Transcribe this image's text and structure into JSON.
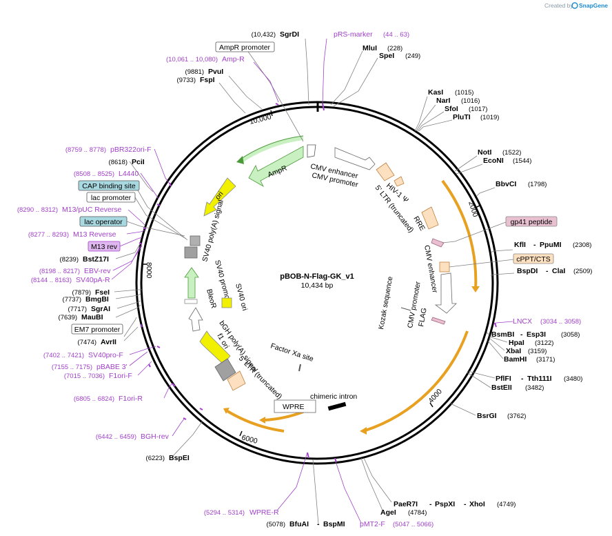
{
  "header": {
    "credit_prefix": "Created by",
    "brand": "SnapGene"
  },
  "plasmid": {
    "name": "pBOB-N-Flag-GK_v1",
    "size": "10,434 bp"
  },
  "ticks": [
    "10,000",
    "2000",
    "4000",
    "6000",
    "8000"
  ],
  "features": {
    "cmv_enhancer_top": "CMV enhancer",
    "cmv_promoter_top": "CMV promoter",
    "hiv_psi": "HIV-1 Ψ",
    "ltr5_top": "5' LTR (truncated)",
    "rre": "RRE",
    "cmv_enhancer_right": "CMV enhancer",
    "cmv_promoter_right": "CMV promoter",
    "flag": "FLAG",
    "kozak": "Kozak sequence",
    "factor_xa": "Factor Xa site",
    "chimeric_intron": "chimeric intron",
    "wpre": "WPRE",
    "ltr5_bottom": "5' LTR (truncated)",
    "bgh": "bGH poly(A) signal",
    "f1ori": "f1 ori",
    "sv40_ori": "SV40 ori",
    "bleor": "BleoR",
    "sv40_promoter": "SV40 promoter",
    "sv40_polya": "SV40 poly(A) signal",
    "ori": "ori",
    "ampr": "AmpR"
  },
  "boxed_labels": {
    "ampr_promoter": "AmpR promoter",
    "cap_binding": "CAP binding site",
    "lac_promoter": "lac promoter",
    "lac_operator": "lac operator",
    "m13_rev": "M13 rev",
    "em7_promoter": "EM7 promoter",
    "gp41": "gp41 peptide",
    "cppt": "cPPT/CTS"
  },
  "sites": {
    "sgrdi": {
      "pos": "(10,432)",
      "name": "SgrDI"
    },
    "prs": {
      "name": "pRS-marker",
      "range": "(44 .. 63)"
    },
    "mlui": {
      "name": "MluI",
      "pos": "(228)"
    },
    "spei": {
      "name": "SpeI",
      "pos": "(249)"
    },
    "ampr_primer": {
      "range": "(10,061 .. 10,080)",
      "name": "Amp-R"
    },
    "pvui": {
      "pos": "(9881)",
      "name": "PvuI"
    },
    "fspi": {
      "pos": "(9733)",
      "name": "FspI"
    },
    "kasi": {
      "name": "KasI",
      "pos": "(1015)"
    },
    "nari": {
      "name": "NarI",
      "pos": "(1016)"
    },
    "sfoi": {
      "name": "SfoI",
      "pos": "(1017)"
    },
    "pluti": {
      "name": "PluTI",
      "pos": "(1019)"
    },
    "noti": {
      "name": "NotI",
      "pos": "(1522)"
    },
    "econi": {
      "name": "EcoNI",
      "pos": "(1544)"
    },
    "bbvci": {
      "name": "BbvCI",
      "pos": "(1798)"
    },
    "kfli": {
      "name": "KflI",
      "sep": "-",
      "name2": "PpuMI",
      "pos": "(2308)"
    },
    "bspdi": {
      "name": "BspDI",
      "sep": "-",
      "name2": "ClaI",
      "pos": "(2509)"
    },
    "lncx": {
      "name": "LNCX",
      "range": "(3034 .. 3058)"
    },
    "bsmbi": {
      "name": "BsmBI",
      "sep": "-",
      "name2": "Esp3I",
      "pos": "(3058)"
    },
    "hpai": {
      "name": "HpaI",
      "pos": "(3122)"
    },
    "xbai": {
      "name": "XbaI",
      "pos": "(3159)"
    },
    "bamhi": {
      "name": "BamHI",
      "pos": "(3171)"
    },
    "pflfi": {
      "name": "PflFI",
      "sep": "-",
      "name2": "Tth111I",
      "pos": "(3480)"
    },
    "bsteii": {
      "name": "BstEII",
      "pos": "(3482)"
    },
    "bsrgi": {
      "name": "BsrGI",
      "pos": "(3762)"
    },
    "paer7i": {
      "name": "PaeR7I",
      "sep": "-",
      "name2": "PspXI",
      "sep2": "-",
      "name3": "XhoI",
      "pos": "(4749)"
    },
    "agei": {
      "name": "AgeI",
      "pos": "(4784)"
    },
    "pmt2f": {
      "name": "pMT2-F",
      "range": "(5047 .. 5066)"
    },
    "bfuai": {
      "pos": "(5078)",
      "name": "BfuAI",
      "sep": "-",
      "name2": "BspMI"
    },
    "wpre_rev": {
      "range": "(5294 .. 5314)",
      "name": "WPRE-R"
    },
    "bspei": {
      "pos": "(6223)",
      "name": "BspEI"
    },
    "bgh_rev": {
      "range": "(6442 .. 6459)",
      "name": "BGH-rev"
    },
    "f1ori_r": {
      "range": "(6805 .. 6824)",
      "name": "F1ori-R"
    },
    "f1ori_f": {
      "range": "(7015 .. 7036)",
      "name": "F1ori-F"
    },
    "pbabe": {
      "range": "(7155 .. 7175)",
      "name": "pBABE 3'"
    },
    "sv40pro_f": {
      "range": "(7402 .. 7421)",
      "name": "SV40pro-F"
    },
    "avrii": {
      "pos": "(7474)",
      "name": "AvrII"
    },
    "maubi": {
      "pos": "(7639)",
      "name": "MauBI"
    },
    "sgrai": {
      "pos": "(7717)",
      "name": "SgrAI"
    },
    "bmgbi": {
      "pos": "(7737)",
      "name": "BmgBI"
    },
    "fsei": {
      "pos": "(7879)",
      "name": "FseI"
    },
    "sv40pa_r": {
      "range": "(8144 .. 8163)",
      "name": "SV40pA-R"
    },
    "ebv_rev": {
      "range": "(8198 .. 8217)",
      "name": "EBV-rev"
    },
    "bstz17i": {
      "pos": "(8239)",
      "name": "BstZ17I"
    },
    "m13_reverse": {
      "range": "(8277 .. 8293)",
      "name": "M13 Reverse"
    },
    "m13_puc": {
      "range": "(8290 .. 8312)",
      "name": "M13/pUC Reverse"
    },
    "l4440": {
      "range": "(8508 .. 8525)",
      "name": "L4440"
    },
    "pcii": {
      "pos": "(8618)",
      "name": "PciI"
    },
    "pbr322": {
      "range": "(8759 .. 8778)",
      "name": "pBR322ori-F"
    }
  },
  "colors": {
    "primer": "#a040c8",
    "orange_feature": "#e8a020",
    "green_feature": "#c8f0c0",
    "yellow_feature": "#f0f000",
    "peach_feature": "#fde0c0",
    "gray_feature": "#a0a0a0",
    "teal_box": "#a8d8e0",
    "pink_box": "#e8c0d0",
    "magenta_box": "#e0b8f0"
  }
}
